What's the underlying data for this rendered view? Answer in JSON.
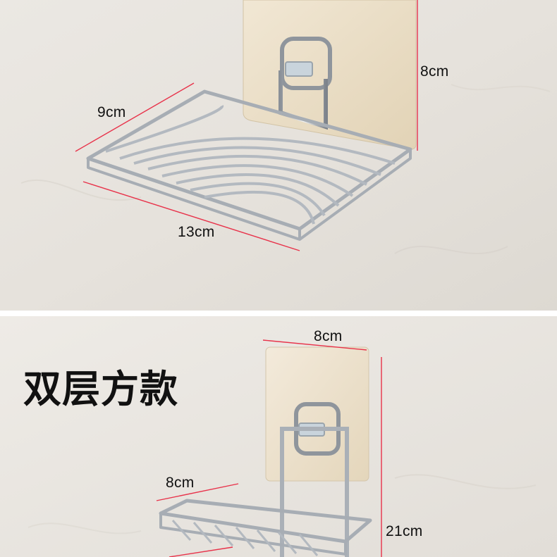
{
  "top_panel": {
    "labels": {
      "width": "9cm",
      "length": "13cm",
      "height": "8cm"
    }
  },
  "bottom_panel": {
    "title": "双层方款",
    "labels": {
      "plate_width": "8cm",
      "dish_width": "8cm",
      "total_height": "21cm"
    }
  },
  "colors": {
    "wall": "#e7e4df",
    "plate": "#e9dcc4",
    "dimension_line": "#e8324a",
    "chrome": "#9aa0a8",
    "separator": "#ffffff"
  }
}
